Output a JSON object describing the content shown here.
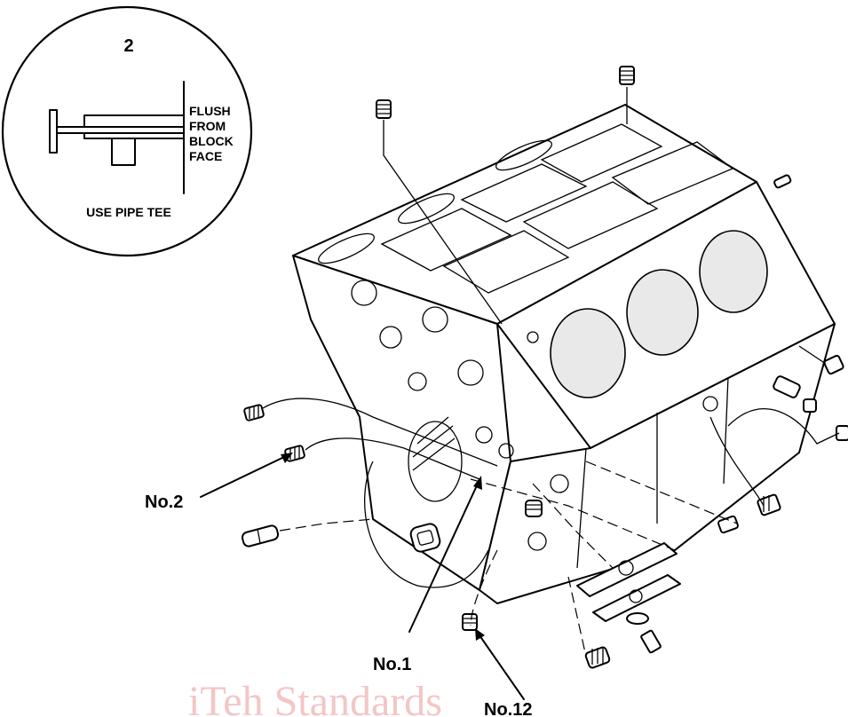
{
  "inset": {
    "number": "2",
    "labels": [
      "FLUSH",
      "FROM",
      "BLOCK",
      "FACE"
    ],
    "caption": "USE PIPE TEE"
  },
  "callouts": {
    "no2": "No.2",
    "no1": "No.1",
    "no12": "No.12"
  },
  "watermark": "iTeh Standards"
}
